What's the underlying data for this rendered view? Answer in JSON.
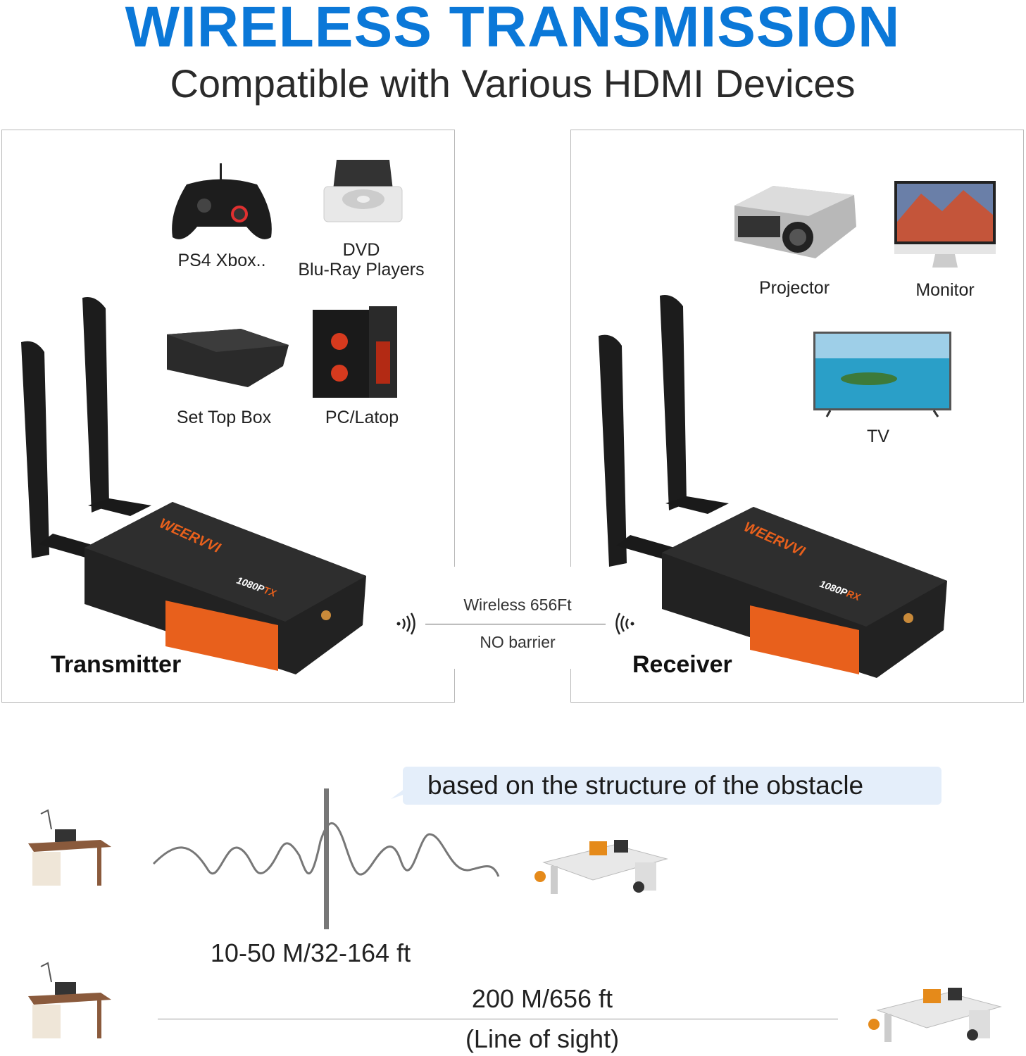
{
  "header": {
    "title": "WIRELESS TRANSMISSION",
    "subtitle": "Compatible with Various HDMI Devices",
    "title_color": "#0b78d8"
  },
  "transmitter_panel": {
    "devices": [
      {
        "label": "PS4 Xbox..",
        "icon": "gamepad-icon"
      },
      {
        "label_line1": "DVD",
        "label_line2": "Blu-Ray Players",
        "icon": "dvd-player-icon"
      },
      {
        "label": "Set Top Box",
        "icon": "set-top-box-icon"
      },
      {
        "label": "PC/Latop",
        "icon": "pc-tower-icon"
      }
    ],
    "unit_label": "Transmitter",
    "unit_brand": "WEERVVI",
    "unit_model": "1080P TX"
  },
  "receiver_panel": {
    "devices": [
      {
        "label": "Projector",
        "icon": "projector-icon"
      },
      {
        "label": "Monitor",
        "icon": "monitor-icon"
      },
      {
        "label": "TV",
        "icon": "tv-icon"
      }
    ],
    "unit_label": "Receiver",
    "unit_brand": "WEERVVI",
    "unit_model": "1080P RX"
  },
  "link": {
    "top_text": "Wireless 656Ft",
    "bottom_text": "NO barrier",
    "accent_orange": "#e8601c"
  },
  "range": {
    "note": "based on the structure of the obstacle",
    "obstacle_distance": "10-50 M/32-164 ft",
    "los_distance": "200 M/656 ft",
    "los_note": "(Line of sight)"
  }
}
